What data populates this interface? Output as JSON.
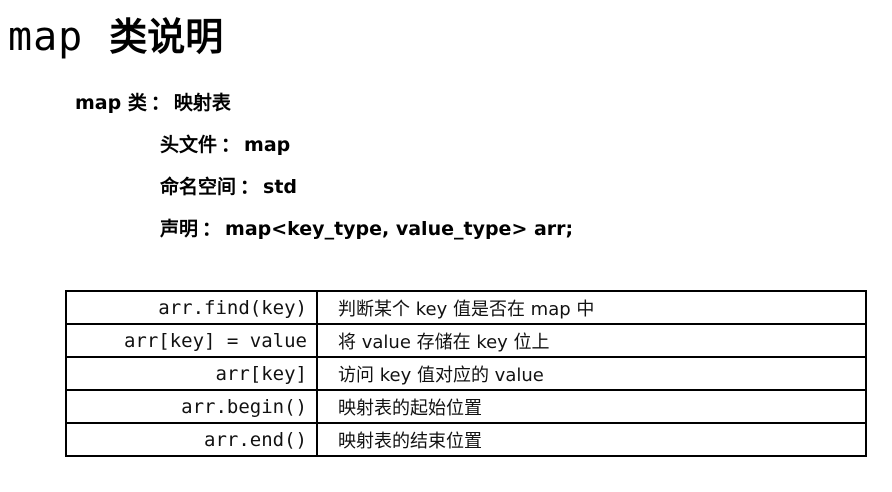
{
  "title": {
    "code": "map",
    "text": "类说明"
  },
  "info": {
    "class_label": "map 类",
    "class_value": "映射表",
    "header_label": "头文件",
    "header_value": "map",
    "namespace_label": "命名空间",
    "namespace_value": "std",
    "declaration_label": "声明",
    "declaration_value": "map<key_type, value_type> arr;",
    "separator": "："
  },
  "methods": [
    {
      "code": "arr.find(key)",
      "desc": "判断某个 key 值是否在 map 中"
    },
    {
      "code": "arr[key] = value",
      "desc": "将 value 存储在 key 位上"
    },
    {
      "code": "arr[key]",
      "desc": "访问 key 值对应的 value"
    },
    {
      "code": "arr.begin()",
      "desc": "映射表的起始位置"
    },
    {
      "code": "arr.end()",
      "desc": "映射表的结束位置"
    }
  ]
}
